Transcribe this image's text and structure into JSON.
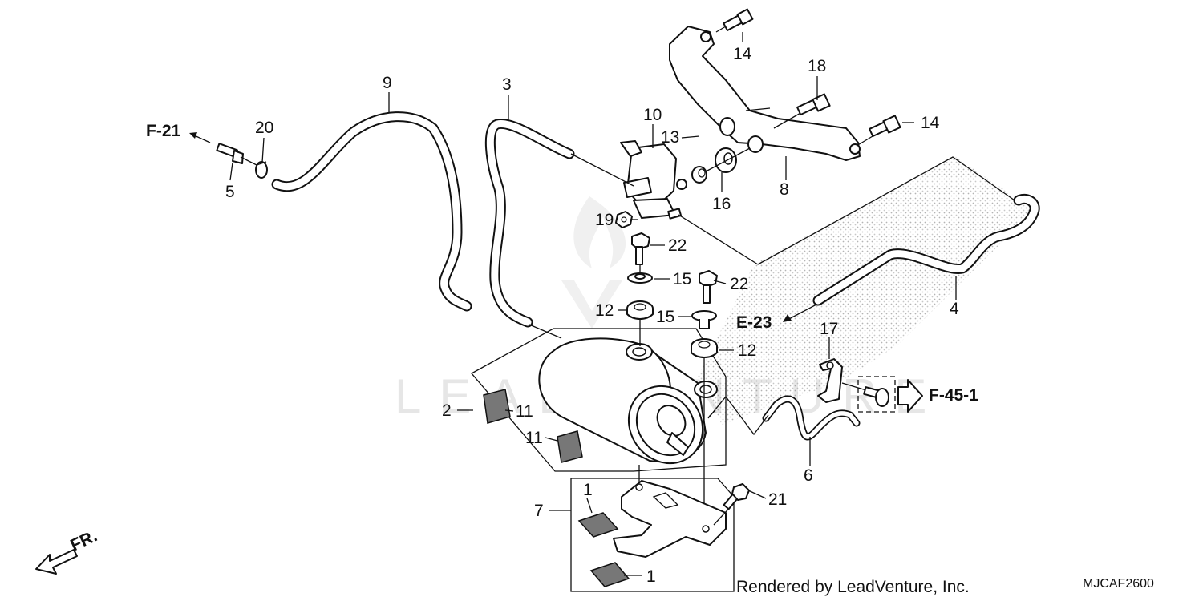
{
  "callouts": {
    "c1a": "1",
    "c1b": "1",
    "c2": "2",
    "c3": "3",
    "c4": "4",
    "c5": "5",
    "c6": "6",
    "c7": "7",
    "c8": "8",
    "c9": "9",
    "c10": "10",
    "c11a": "11",
    "c11b": "11",
    "c12a": "12",
    "c12b": "12",
    "c13": "13",
    "c14a": "14",
    "c14b": "14",
    "c15a": "15",
    "c15b": "15",
    "c16": "16",
    "c17": "17",
    "c18": "18",
    "c19": "19",
    "c20": "20",
    "c21": "21",
    "c22a": "22",
    "c22b": "22"
  },
  "references": {
    "f21": "F-21",
    "e23": "E-23",
    "f45": "F-45-1",
    "front": "FR."
  },
  "watermark": "LEADVENTURE",
  "footer": {
    "rendered_by": "Rendered by LeadVenture, Inc.",
    "diagram_code": "MJCAF2600"
  }
}
